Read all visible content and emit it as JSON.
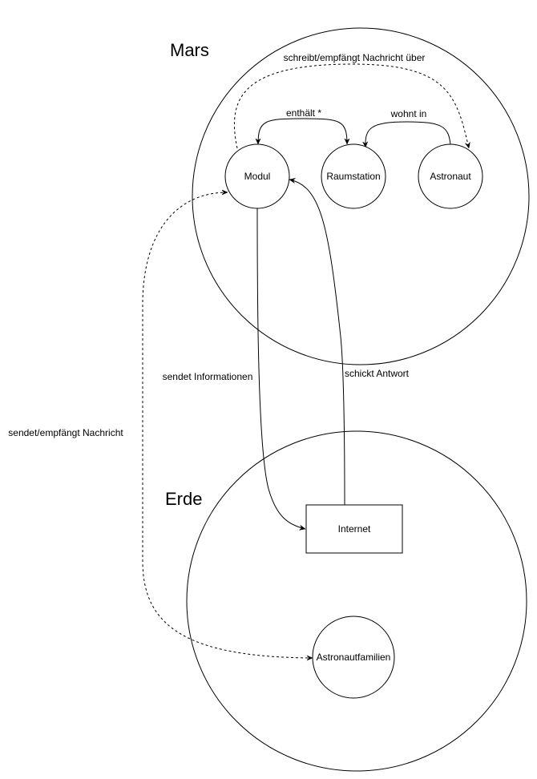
{
  "diagram": {
    "regions": {
      "mars": "Mars",
      "erde": "Erde"
    },
    "nodes": {
      "modul": "Modul",
      "raumstation": "Raumstation",
      "astronaut": "Astronaut",
      "internet": "Internet",
      "astronautfamilien": "Astronautfamilien"
    },
    "edges": {
      "schreibt": "schreibt/empfängt Nachricht über",
      "enthaelt": "enthält *",
      "wohnt_in": "wohnt in",
      "sendet_informationen": "sendet Informationen",
      "schickt_antwort": "schickt Antwort",
      "sendet_empfaengt": "sendet/empfängt Nachricht"
    }
  }
}
